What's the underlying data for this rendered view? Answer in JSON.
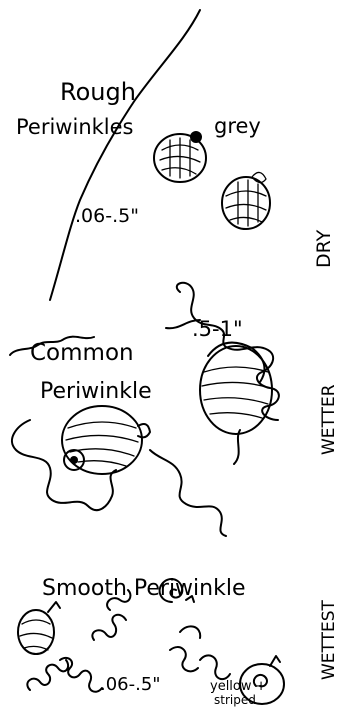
{
  "zones": [
    {
      "label": "DRY"
    },
    {
      "label": "WETTER"
    },
    {
      "label": "WETTEST"
    }
  ],
  "species": [
    {
      "name_line1": "Rough",
      "name_line2": "Periwinkles",
      "color_note": "grey",
      "size": ".06-.5\""
    },
    {
      "name_line1": "Common",
      "name_line2": "Periwinkle",
      "size": ".5-1\""
    },
    {
      "name": "Smooth Periwinkle",
      "size": ".06-.5\"",
      "color_note_line1": "yellow +",
      "color_note_line2": "striped"
    }
  ]
}
